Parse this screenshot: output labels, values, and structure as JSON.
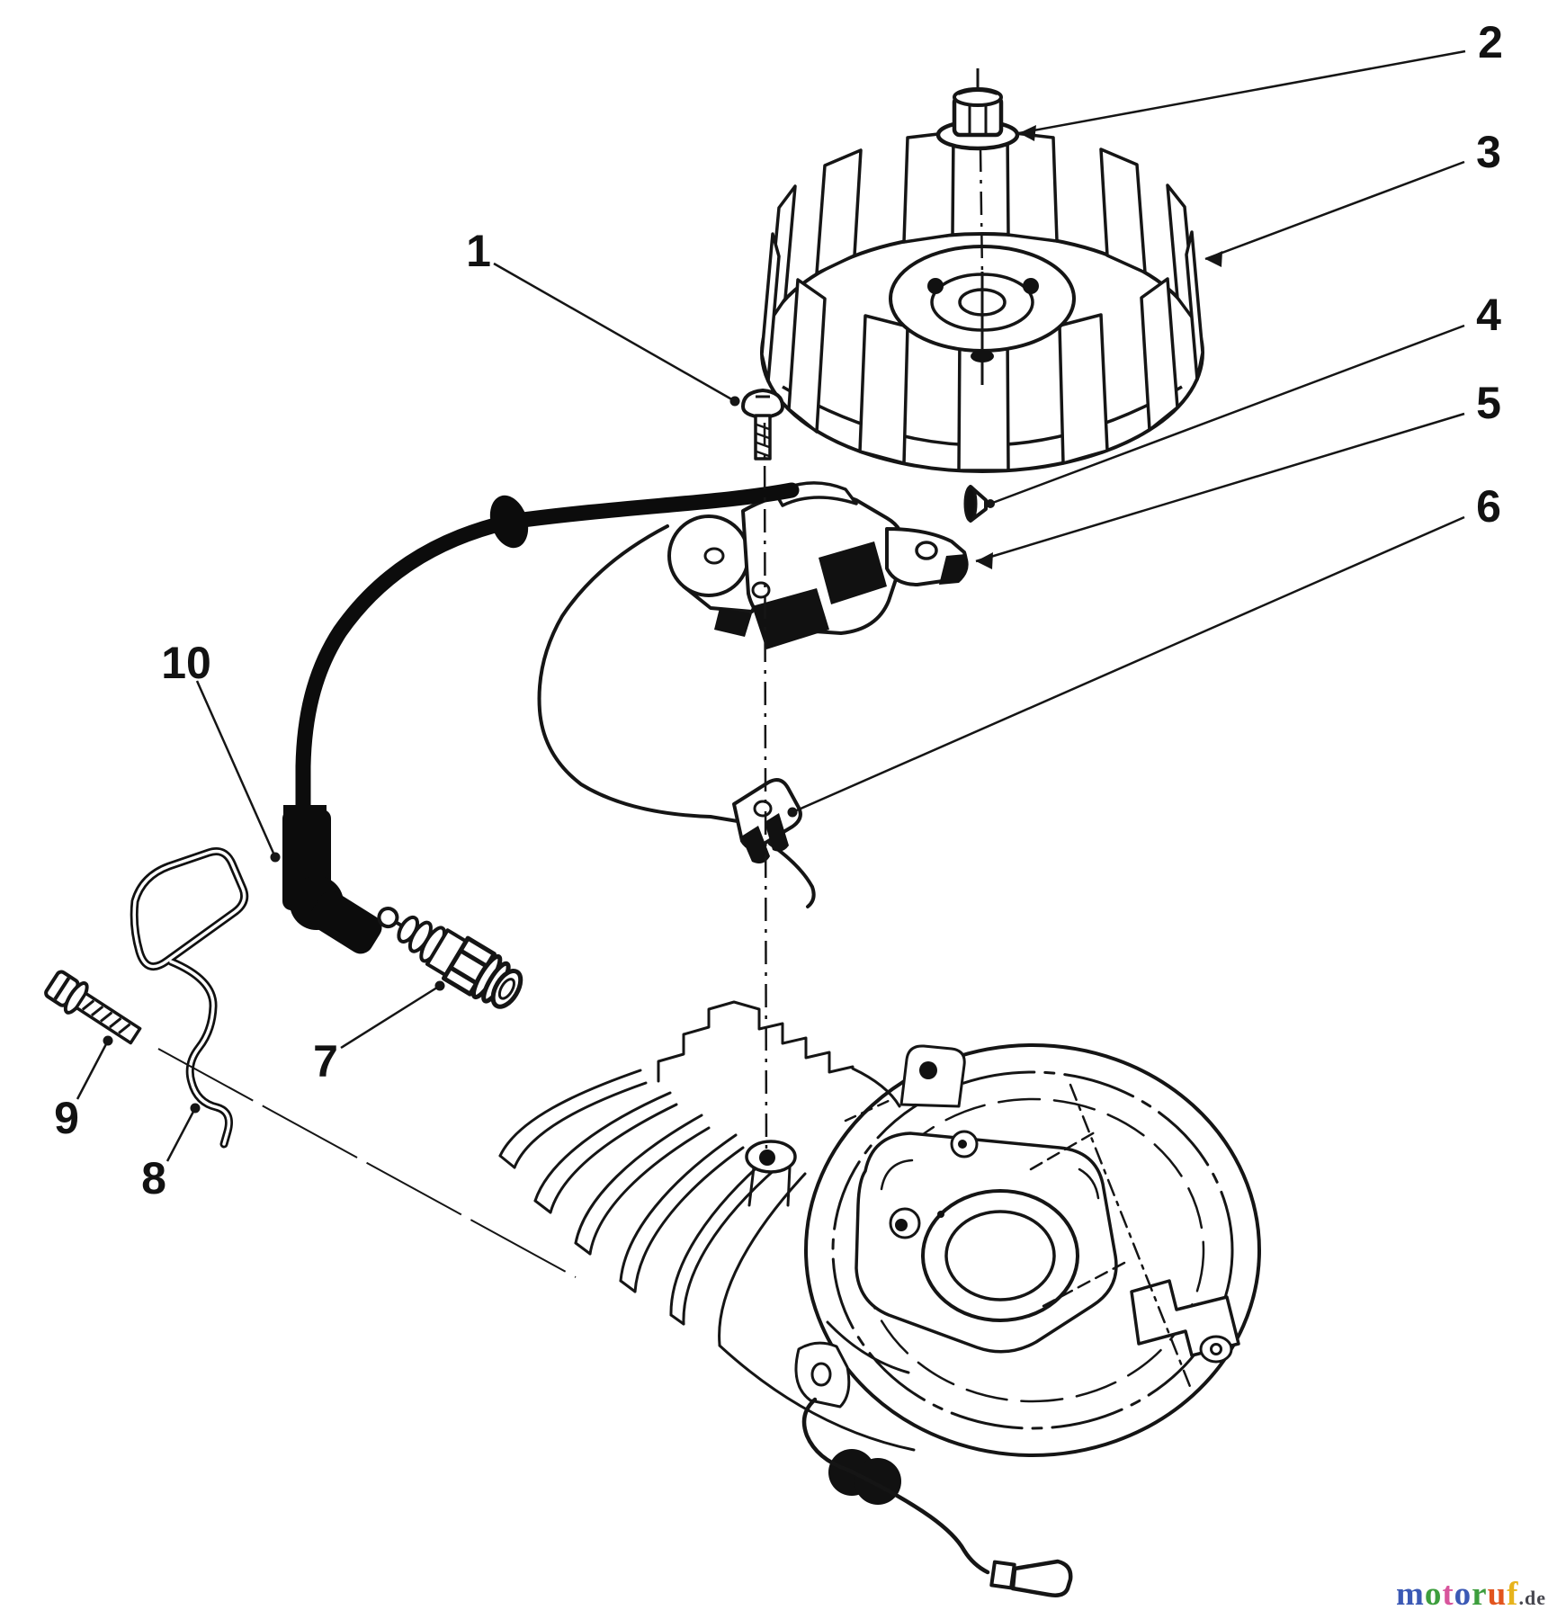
{
  "callouts": {
    "c1": "1",
    "c2": "2",
    "c3": "3",
    "c4": "4",
    "c5": "5",
    "c6": "6",
    "c7": "7",
    "c8": "8",
    "c9": "9",
    "c10": "10"
  },
  "watermark": {
    "letters": [
      {
        "ch": "m",
        "color": "#3b59b5"
      },
      {
        "ch": "o",
        "color": "#3d9e3d"
      },
      {
        "ch": "t",
        "color": "#d8559c"
      },
      {
        "ch": "o",
        "color": "#3b59b5"
      },
      {
        "ch": "r",
        "color": "#3d9e3d"
      },
      {
        "ch": "u",
        "color": "#e2551e"
      },
      {
        "ch": "f",
        "color": "#e7b31c"
      }
    ],
    "suffix": {
      "ch": ".de",
      "color": "#46464e"
    }
  },
  "colors": {
    "ink": "#151515",
    "background": "#ffffff"
  }
}
